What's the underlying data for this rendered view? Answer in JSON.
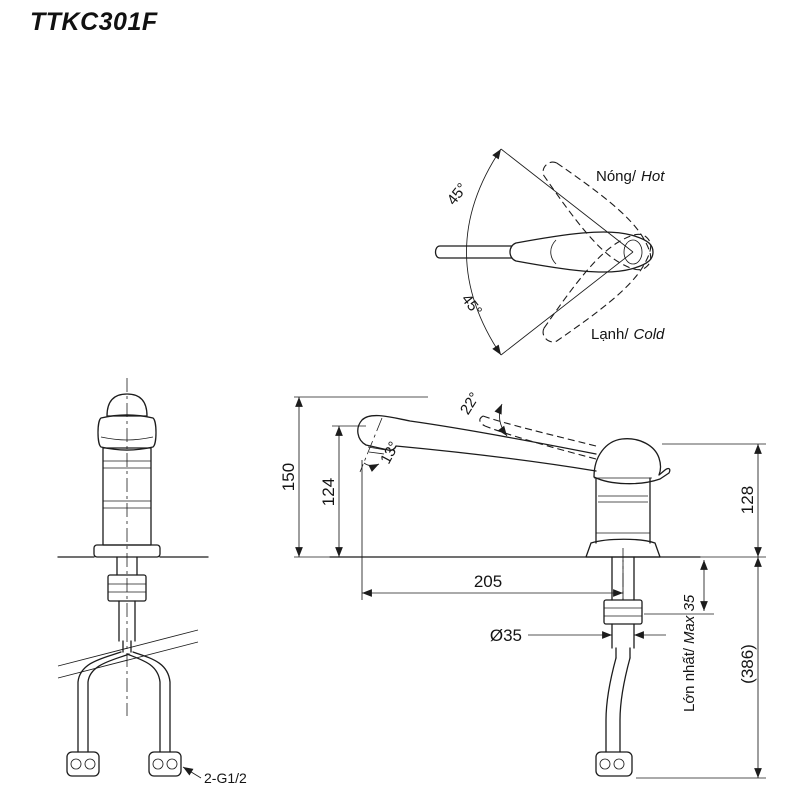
{
  "title": "TTKC301F",
  "colors": {
    "ink": "#1c1c1c",
    "background": "#ffffff"
  },
  "top_view": {
    "hot_prefix": "Nóng/",
    "hot_word": "Hot",
    "cold_prefix": "Lạnh/",
    "cold_word": "Cold",
    "angle_upper": "45°",
    "angle_lower": "45°"
  },
  "front_view": {
    "connector_label": "2-G1/2"
  },
  "side_view": {
    "dim_total_height": "150",
    "dim_spout_height": "124",
    "dim_spout_tilt": "13°",
    "dim_handle_angle": "22°",
    "dim_reach": "205",
    "dim_hole_dia": "Ø35",
    "dim_body_height": "128",
    "dim_under_counter": "(386)",
    "max_prefix": "Lớn nhất/",
    "max_word": "Max 35"
  }
}
